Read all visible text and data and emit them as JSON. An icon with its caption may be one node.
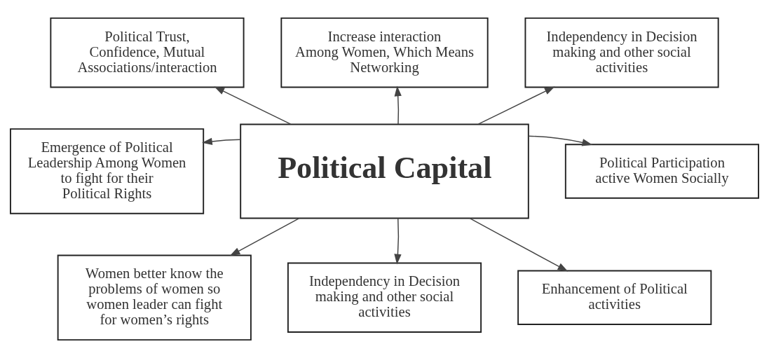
{
  "diagram": {
    "nodes": [
      {
        "text": [
          "Political Trust, Confidence, Mutual Associations/interaction"
        ]
      },
      {
        "text": [
          "Increase interaction Among Women, Which Means Networking"
        ]
      },
      {
        "text": [
          "Independency in Decision making and other social activities"
        ]
      },
      {
        "text": [
          "Emergence of Political Leadership Among Women to fight for their Political Rights"
        ]
      },
      {
        "text": [
          "Political Capital"
        ]
      },
      {
        "text": [
          "Political Participation active Women Socially"
        ]
      },
      {
        "text": [
          "Women better know the problems of women so women leader can fight for women’s rights"
        ]
      },
      {
        "text": [
          "Independency in Decision making and other social activities"
        ]
      },
      {
        "text": [
          "Enhancement of Political activities"
        ]
      }
    ],
    "edges": [
      {
        "from": 4,
        "to": 0,
        "arrow": "to"
      },
      {
        "from": 4,
        "to": 1,
        "arrow": "to"
      },
      {
        "from": 4,
        "to": 2,
        "arrow": "to"
      },
      {
        "from": 4,
        "to": 3,
        "arrow": "to"
      },
      {
        "from": 4,
        "to": 5,
        "arrow": "to"
      },
      {
        "from": 4,
        "to": 6,
        "arrow": "to"
      },
      {
        "from": 4,
        "to": 7,
        "arrow": "to"
      },
      {
        "from": 4,
        "to": 8,
        "arrow": "to"
      }
    ]
  }
}
